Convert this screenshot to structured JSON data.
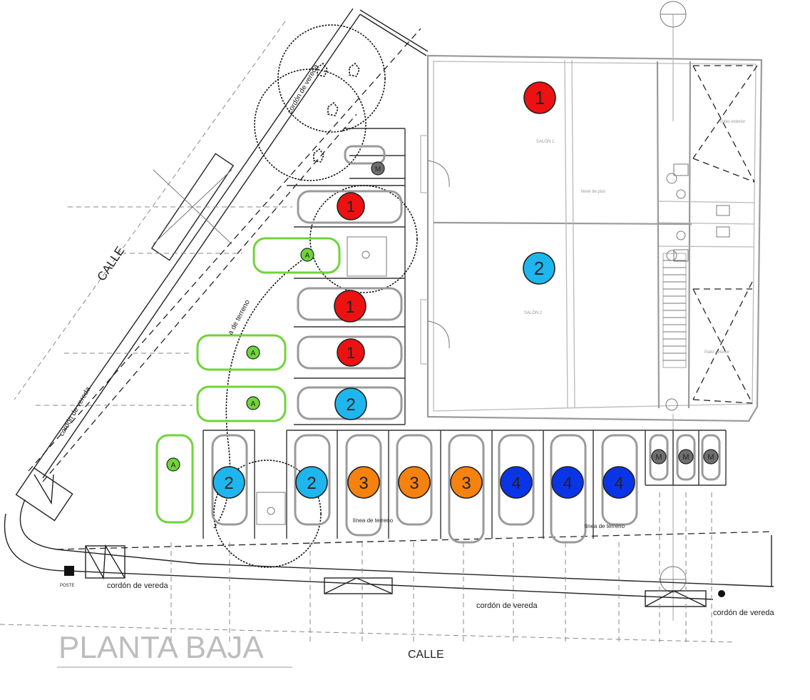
{
  "title": "PLANTA BAJA",
  "street_labels": {
    "left": "CALLE",
    "bottom": "CALLE"
  },
  "curb_labels": {
    "curb_left_top": "cordón de vereda",
    "curb_left": "cordón de vereda",
    "curb_bottom_left": "cordón de vereda",
    "curb_bottom_center": "cordón de vereda",
    "curb_bottom_right": "cordón de vereda"
  },
  "poste_label": "POSTE",
  "terrain_label": "a de terreno",
  "level_labels": {
    "bottom_left": "línea de terreno",
    "bottom_right": "línea de terreno"
  },
  "room_labels": {
    "patio_top": "Patio exterior",
    "patio_bottom": "Patio exterior"
  },
  "badges": {
    "room1": "1",
    "room2": "2",
    "car_r1": "1",
    "car_r2": "1",
    "car_r3": "1",
    "car_b1": "2",
    "car_bottom_1": "2",
    "car_bottom_2": "2",
    "car_o1": "3",
    "car_o2": "3",
    "car_o3": "3",
    "car_d1": "4",
    "car_d2": "4",
    "car_d3": "4",
    "green_a": "A",
    "moto": "M"
  },
  "colors": {
    "red": "#ee1111",
    "light_blue": "#1fb6ee",
    "orange": "#f5820f",
    "dark_blue": "#0a35e6",
    "green": "#6fd43a",
    "moto_gray": "#6e6e6e"
  }
}
